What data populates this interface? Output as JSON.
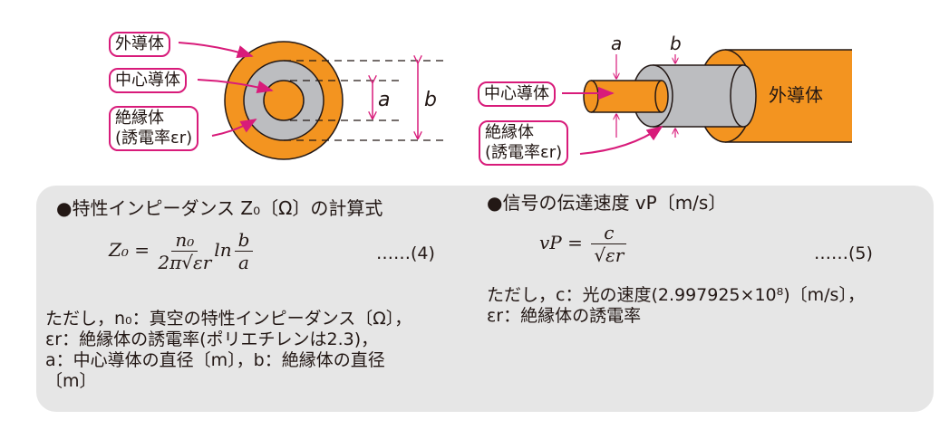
{
  "left_diagram": {
    "outer_label": "外導体",
    "center_label": "中心導体",
    "insulator_label": "絶縁体",
    "insulator_sub": "(誘電率εr)",
    "dim_a": "a",
    "dim_b": "b"
  },
  "right_diagram": {
    "center_label": "中心導体",
    "insulator_label": "絶縁体",
    "insulator_sub": "(誘電率εr)",
    "outer_label": "外導体",
    "dim_a": "a",
    "dim_b": "b"
  },
  "colors": {
    "orange": "#f39420",
    "gray": "#bcbdc0",
    "magenta": "#d81b7a",
    "panel": "#e6e6e6"
  },
  "box": {
    "impedance_title": "●特性インピーダンス Z₀〔Ω〕の計算式",
    "impedance_lhs": "Z₀ =",
    "impedance_num": "n₀",
    "impedance_den": "2π√εr",
    "impedance_ln": "ln",
    "impedance_frac_num": "b",
    "impedance_frac_den": "a",
    "impedance_eqno": "……(4)",
    "velocity_title": "●信号の伝達速度 vP〔m/s〕",
    "velocity_lhs": "vP =",
    "velocity_num": "c",
    "velocity_den": "√εr",
    "velocity_eqno": "……(5)",
    "notes_left": [
      "ただし，n₀：真空の特性インピーダンス〔Ω〕，",
      "εr：絶縁体の誘電率(ポリエチレンは2.3)，",
      "a：中心導体の直径〔m〕，b：絶縁体の直径",
      "〔m〕"
    ],
    "notes_right": [
      "ただし，c：光の速度(2.997925×10⁸)〔m/s〕，",
      "εr：絶縁体の誘電率"
    ]
  }
}
